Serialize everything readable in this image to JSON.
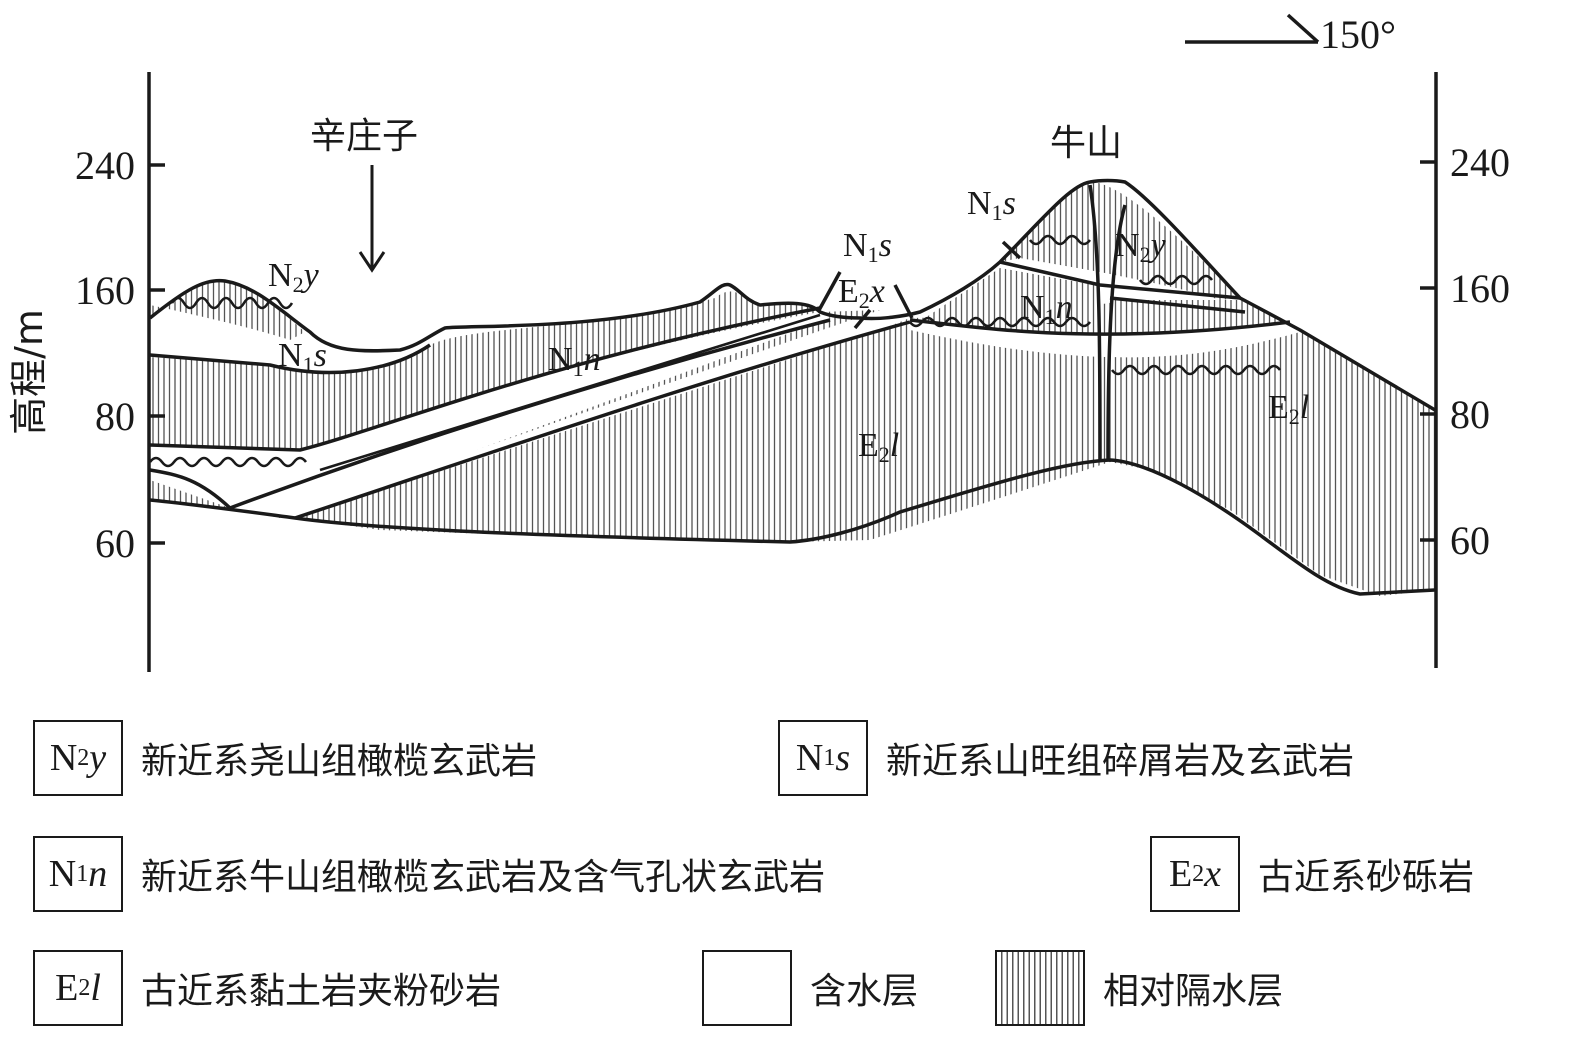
{
  "direction": {
    "label": "150°"
  },
  "axis": {
    "ylabel": "高程/m",
    "left_ticks": [
      "240",
      "160",
      "80",
      "60"
    ],
    "right_ticks": [
      "240",
      "160",
      "80",
      "60"
    ]
  },
  "places": {
    "village": "辛庄子",
    "mountain": "牛山"
  },
  "units": {
    "N2y": {
      "base": "N",
      "sub": "2",
      "suffix": "y"
    },
    "N1s": {
      "base": "N",
      "sub": "1",
      "suffix": "s"
    },
    "N1n": {
      "base": "N",
      "sub": "1",
      "suffix": "n"
    },
    "E2x": {
      "base": "E",
      "sub": "2",
      "suffix": "x"
    },
    "E2l": {
      "base": "E",
      "sub": "2",
      "suffix": "l"
    }
  },
  "legend": [
    {
      "code": "N2y",
      "text": "新近系尧山组橄榄玄武岩"
    },
    {
      "code": "N1s",
      "text": "新近系山旺组碎屑岩及玄武岩"
    },
    {
      "code": "N1n",
      "text": "新近系牛山组橄榄玄武岩及含气孔状玄武岩"
    },
    {
      "code": "E2x",
      "text": "古近系砂砾岩"
    },
    {
      "code": "E2l",
      "text": "古近系黏土岩夹粉砂岩"
    },
    {
      "code": "aquifer",
      "text": "含水层"
    },
    {
      "code": "aquitard",
      "text": "相对隔水层"
    }
  ],
  "colors": {
    "ink": "#1a1a1a",
    "hatch": "#555555",
    "background": "#ffffff"
  }
}
